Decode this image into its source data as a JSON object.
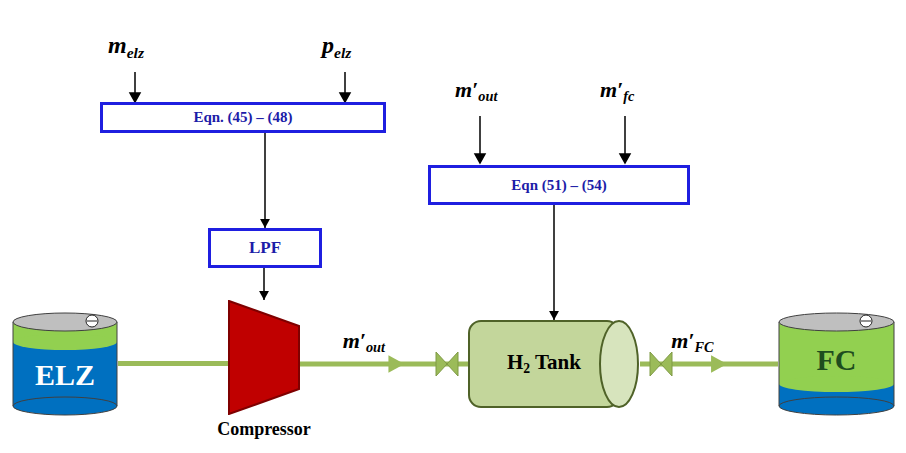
{
  "diagram": {
    "nodes": [
      {
        "text": [
          "Eqn. (45) – (48)"
        ]
      },
      {
        "text": [
          "LPF"
        ]
      },
      {
        "text": [
          "Eqn (51) – (54)"
        ]
      },
      {
        "text": [
          "ELZ"
        ]
      },
      {
        "text": [
          "Compressor"
        ]
      },
      {
        "text": [
          "H2 Tank"
        ]
      },
      {
        "text": [
          "FC"
        ]
      }
    ],
    "edges": [
      {
        "from": 0,
        "to": 1,
        "arrow": "to"
      },
      {
        "from": 1,
        "to": 4,
        "arrow": "to"
      },
      {
        "from": 2,
        "to": 5,
        "arrow": "to"
      },
      {
        "from": 3,
        "to": 4,
        "arrow": "none"
      },
      {
        "from": 4,
        "to": 5,
        "arrow": "to",
        "label": "m′out"
      },
      {
        "from": 5,
        "to": 6,
        "arrow": "to",
        "label": "m′FC"
      }
    ],
    "labels": [
      "melz",
      "pelz",
      "m′out",
      "m′fc"
    ]
  }
}
